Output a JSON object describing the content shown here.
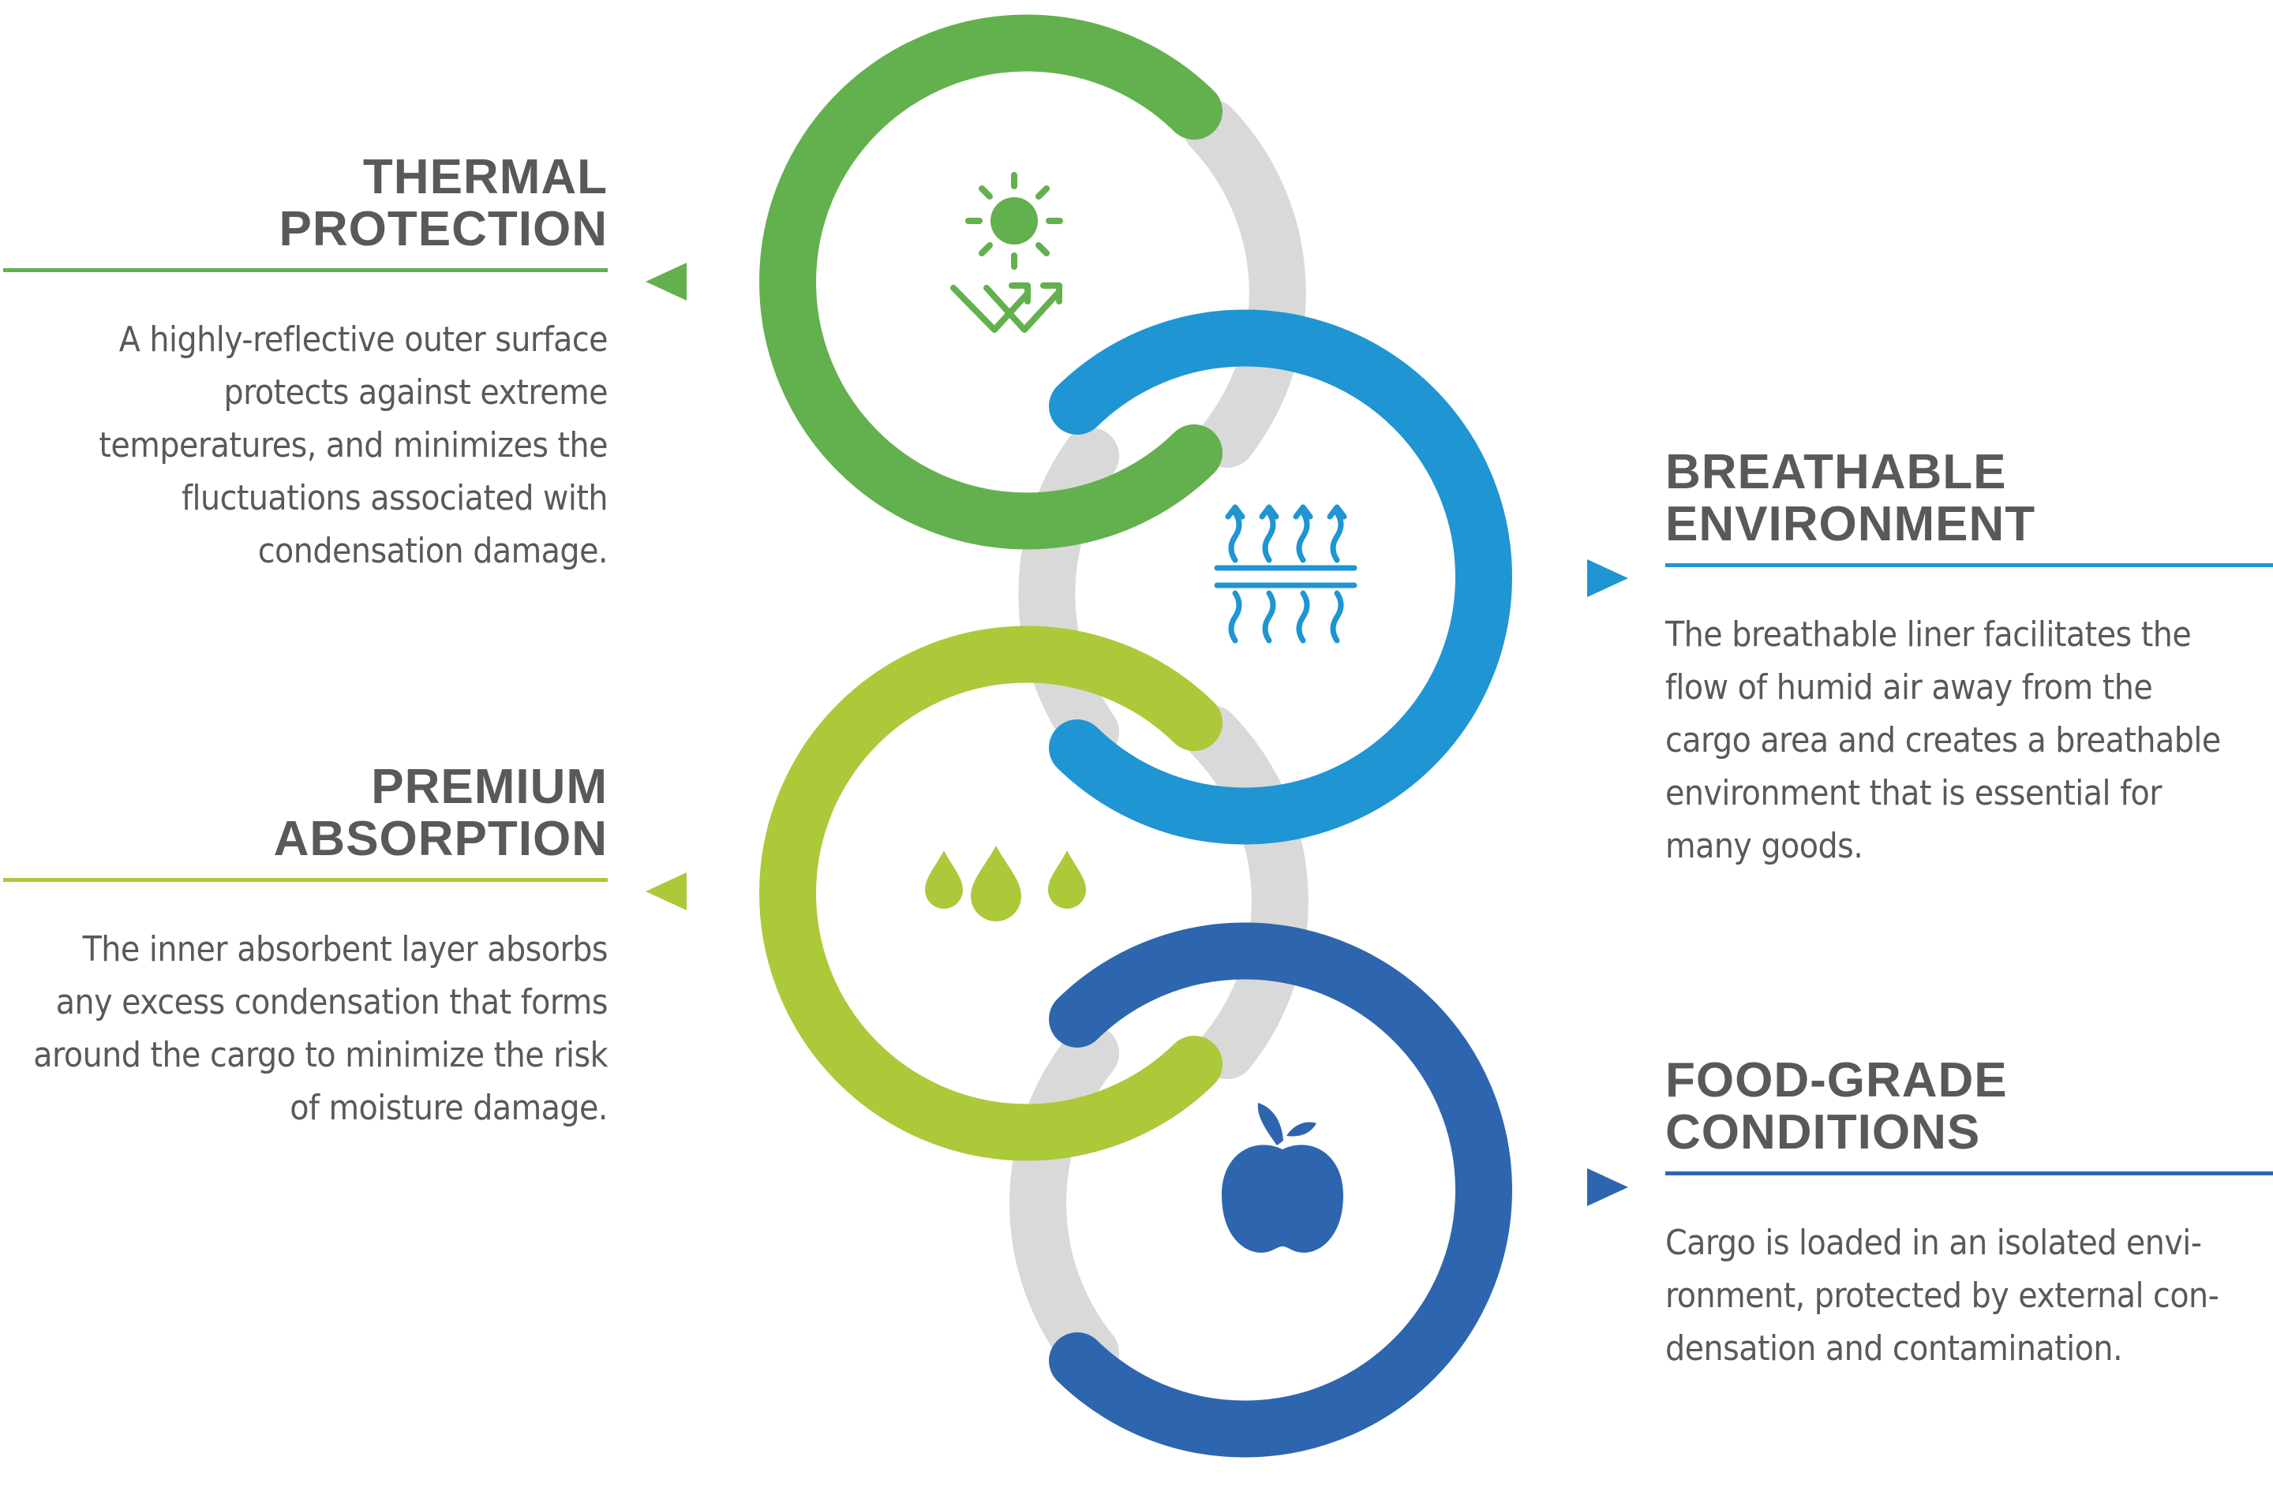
{
  "colors": {
    "green": "#63b04e",
    "blue": "#1f95d3",
    "lime": "#acc93a",
    "navy": "#2d66ae",
    "gray": "#d9d9d9",
    "text": "#58595b"
  },
  "sections": [
    {
      "id": "thermal",
      "title": [
        "THERMAL",
        "PROTECTION"
      ],
      "description": [
        "A highly-reflective outer surface",
        "protects against extreme",
        "temperatures, and minimizes the",
        "fluctuations associated with",
        "condensation damage."
      ],
      "icon": "sun-reflection-icon"
    },
    {
      "id": "breathable",
      "title": [
        "BREATHABLE",
        "ENVIRONMENT"
      ],
      "description": [
        "The breathable liner facilitates the",
        "flow of humid air away from the",
        "cargo area and creates a breathable",
        "environment that is essential for",
        "many goods."
      ],
      "icon": "airflow-membrane-icon"
    },
    {
      "id": "absorption",
      "title": [
        "PREMIUM",
        "ABSORPTION"
      ],
      "description": [
        "The inner absorbent layer absorbs",
        "any excess condensation that forms",
        "around the cargo to minimize the risk",
        "of moisture damage."
      ],
      "icon": "water-drops-icon"
    },
    {
      "id": "foodgrade",
      "title": [
        "FOOD-GRADE",
        "CONDITIONS"
      ],
      "description": [
        "Cargo is loaded in an isolated envi-",
        "ronment, protected by external con-",
        "densation and contamination."
      ],
      "icon": "apple-icon"
    }
  ]
}
